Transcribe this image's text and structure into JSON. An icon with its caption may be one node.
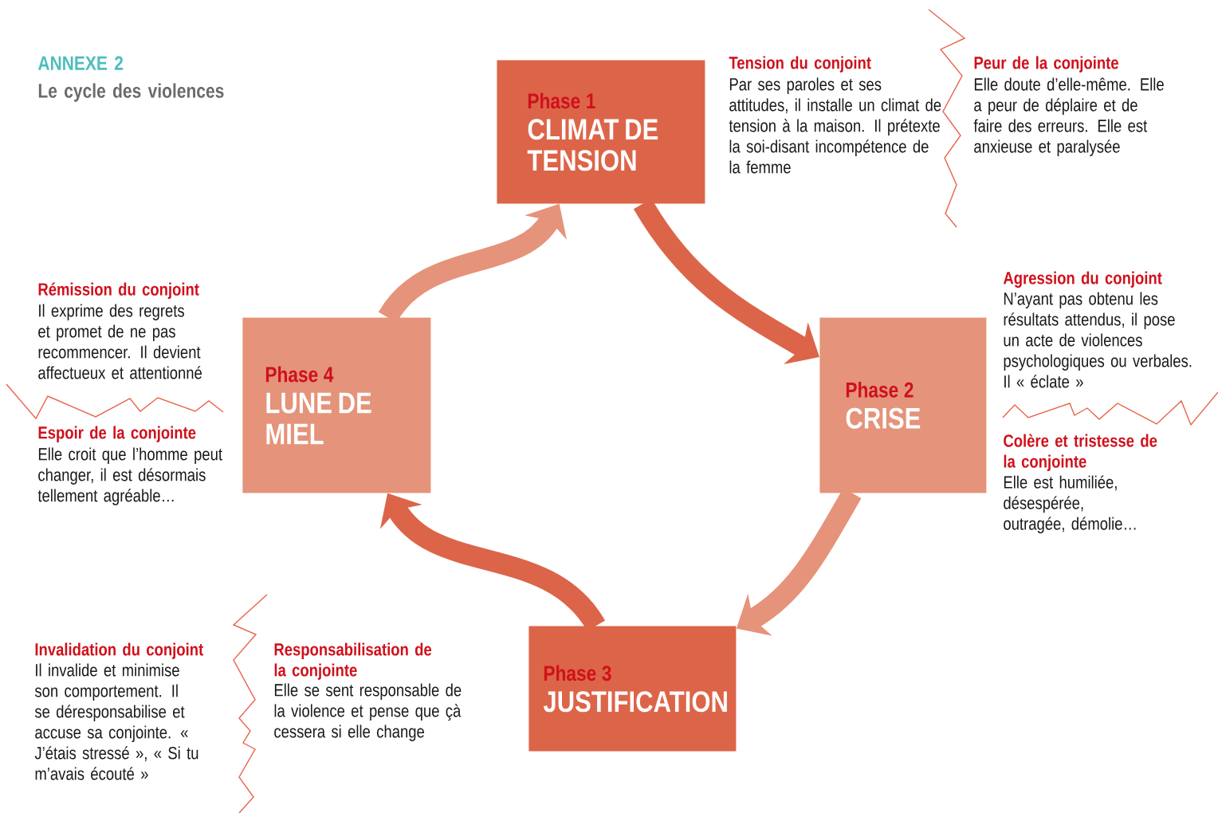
{
  "diagram": {
    "title": "Le cycle des violences",
    "nodes": [
      {
        "text": [
          "Phase 1",
          "CLIMAT DE TENSION"
        ]
      },
      {
        "text": [
          "Phase 2",
          "CRISE"
        ]
      },
      {
        "text": [
          "Phase 3",
          "JUSTIFICATION"
        ]
      },
      {
        "text": [
          "Phase 4",
          "LUNE DE MIEL"
        ]
      }
    ],
    "edges": [
      {
        "from": 0,
        "to": 1,
        "arrow": "to",
        "color": "#dc6549"
      },
      {
        "from": 1,
        "to": 2,
        "arrow": "to",
        "color": "#e5937a"
      },
      {
        "from": 2,
        "to": 3,
        "arrow": "to",
        "color": "#dc6549"
      },
      {
        "from": 3,
        "to": 0,
        "arrow": "to",
        "color": "#e5937a"
      }
    ],
    "labels": [
      "ANNEXE 2",
      "Tension du conjoint",
      "Par ses paroles et ses attitudes, il installe un climat de tension à la maison. Il prétexte la soi-disant incompétence de la femme",
      "Peur de la conjointe",
      "Elle doute d’elle-même. Elle a peur de déplaire et de faire des erreurs. Elle est anxieuse et paralysée",
      "Rémission du conjoint",
      "Il exprime des regrets et promet de ne pas recommencer. Il devient affectueux et attentionné",
      "Agression du conjoint",
      "N’ayant pas obtenu les résultats attendus, il pose un acte de violences psychologiques ou verbales. Il « éclate »",
      "Espoir de la conjointe",
      "Elle croit que l’homme peut changer, il est désormais tellement agréable…",
      "Colère et tristesse de la conjointe",
      "Elle est humiliée, désespérée, outragée, démolie…",
      "Invalidation du conjoint",
      "Il invalide et minimise son comportement. Il se déresponsabilise et accuse sa conjointe. « J’étais stressé », « Si tu m’avais écouté »",
      "Responsabilisation de la conjointe",
      "Elle se sent responsable de la violence et pense que çà cessera si elle change"
    ]
  }
}
